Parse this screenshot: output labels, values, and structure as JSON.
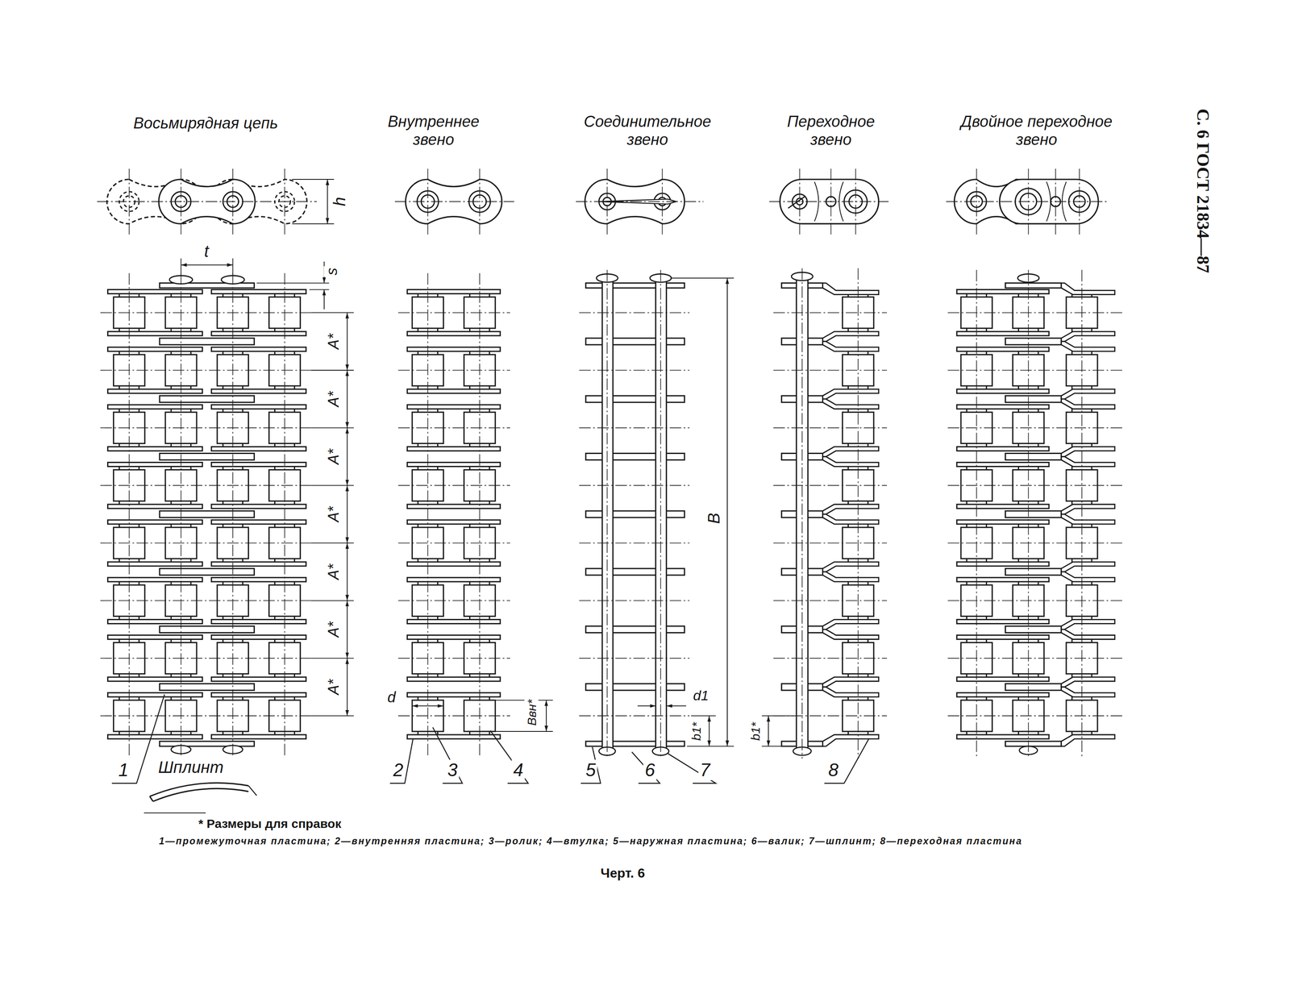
{
  "diagram": {
    "caption": "Черт. 6",
    "labels": [
      "С. 6 ГОСТ 21834—87",
      "Восьмирядная цепь",
      "Внутреннее звено",
      "Соединительное звено",
      "Переходное звено",
      "Двойное переходное звено",
      "h",
      "t",
      "s",
      "A*",
      "A*",
      "A*",
      "A*",
      "A*",
      "A*",
      "A*",
      "d",
      "Bвн*",
      "B",
      "d1",
      "b1*",
      "b1*",
      "1",
      "Шплинт",
      "2",
      "3",
      "4",
      "5",
      "6",
      "7",
      "8",
      "* Размеры для справок",
      "1—промежуточная пластина; 2—внутренняя пластина; 3—ролик; 4—втулка; 5—наружная пластина; 6—валик; 7—шплинт; 8—переходная пластина"
    ]
  }
}
